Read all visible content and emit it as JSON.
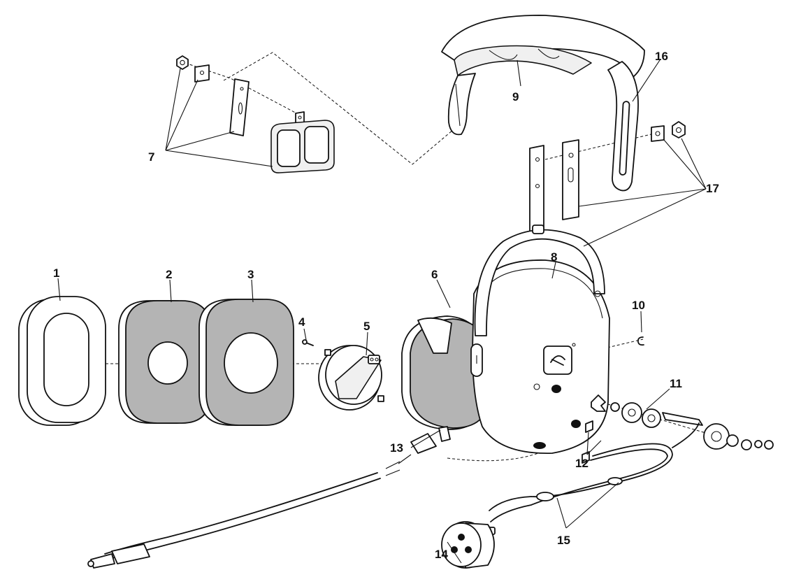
{
  "callouts": {
    "c1": "1",
    "c2": "2",
    "c3": "3",
    "c4": "4",
    "c5": "5",
    "c6": "6",
    "c7": "7",
    "c8": "8",
    "c9": "9",
    "c10": "10",
    "c11": "11",
    "c12": "12",
    "c13": "13",
    "c14": "14",
    "c15": "15",
    "c16": "16",
    "c17": "17"
  },
  "colors": {
    "line": "#111111",
    "foam": "#b4b4b4",
    "background": "#ffffff"
  }
}
